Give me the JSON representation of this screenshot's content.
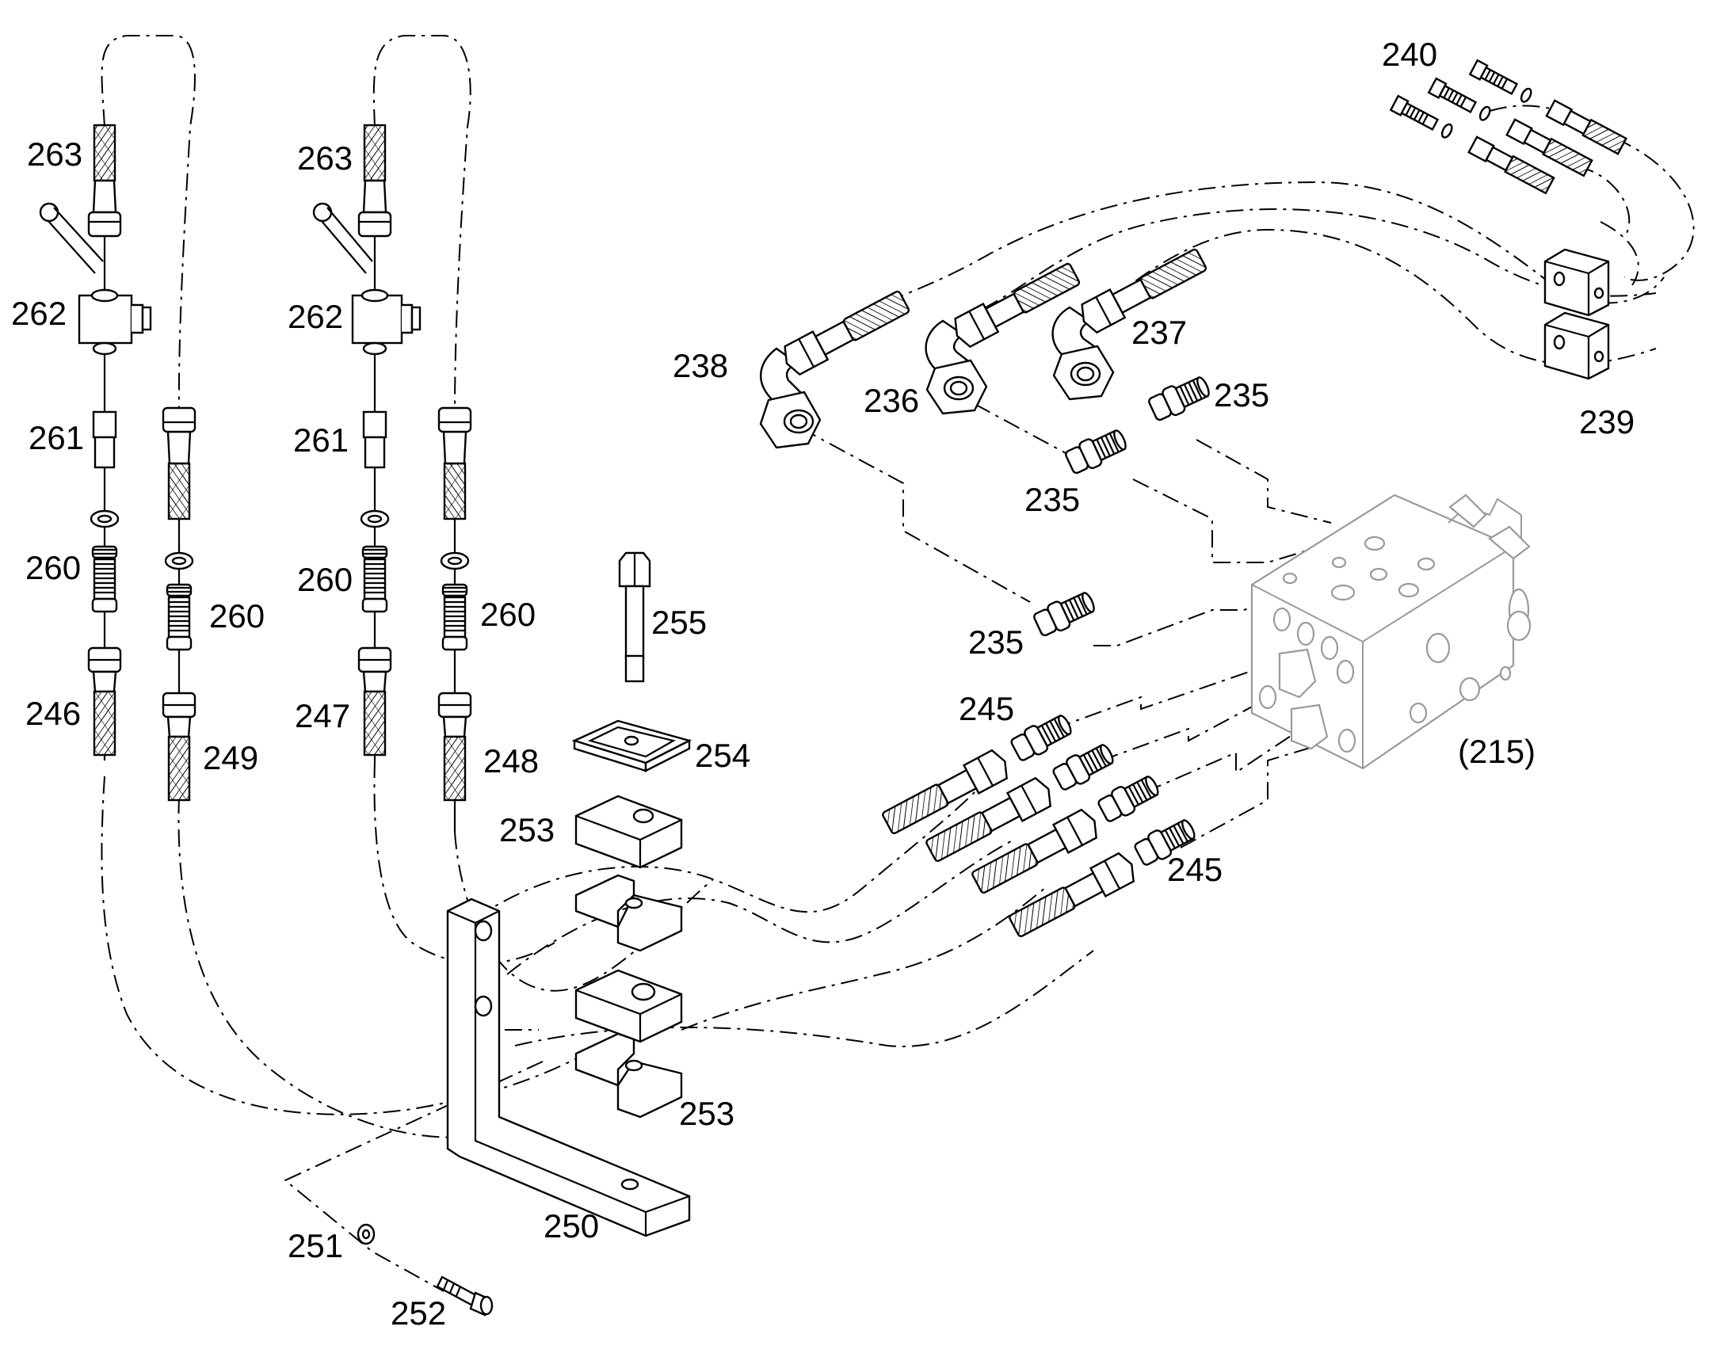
{
  "labels": [
    {
      "key": "c263a",
      "text": "263"
    },
    {
      "key": "c262a",
      "text": "262"
    },
    {
      "key": "c261a",
      "text": "261"
    },
    {
      "key": "c260a",
      "text": "260"
    },
    {
      "key": "c260b",
      "text": "260"
    },
    {
      "key": "c246",
      "text": "246"
    },
    {
      "key": "c249",
      "text": "249"
    },
    {
      "key": "c263b",
      "text": "263"
    },
    {
      "key": "c262b",
      "text": "262"
    },
    {
      "key": "c261b",
      "text": "261"
    },
    {
      "key": "c260c",
      "text": "260"
    },
    {
      "key": "c260d",
      "text": "260"
    },
    {
      "key": "c247",
      "text": "247"
    },
    {
      "key": "c248",
      "text": "248"
    },
    {
      "key": "c255",
      "text": "255"
    },
    {
      "key": "c254",
      "text": "254"
    },
    {
      "key": "c253a",
      "text": "253"
    },
    {
      "key": "c253b",
      "text": "253"
    },
    {
      "key": "c250",
      "text": "250"
    },
    {
      "key": "c251",
      "text": "251"
    },
    {
      "key": "c252",
      "text": "252"
    },
    {
      "key": "c238",
      "text": "238"
    },
    {
      "key": "c236",
      "text": "236"
    },
    {
      "key": "c237",
      "text": "237"
    },
    {
      "key": "c235a",
      "text": "235"
    },
    {
      "key": "c235b",
      "text": "235"
    },
    {
      "key": "c235c",
      "text": "235"
    },
    {
      "key": "c240",
      "text": "240"
    },
    {
      "key": "c239",
      "text": "239"
    },
    {
      "key": "c245a",
      "text": "245"
    },
    {
      "key": "c245b",
      "text": "245"
    },
    {
      "key": "c215",
      "text": "(215)"
    }
  ]
}
